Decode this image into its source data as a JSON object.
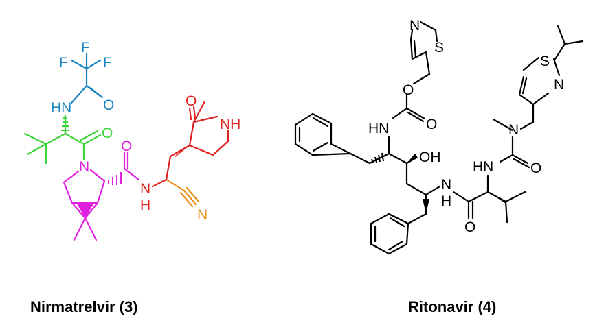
{
  "figure": {
    "left": {
      "caption": "Nirmatrelvir (3)",
      "atoms": {
        "f1": "F",
        "f2": "F",
        "f3": "F",
        "nh_amide": "HN",
        "o_tfa": "O",
        "o_tle": "O",
        "n_ring": "N",
        "o_pro": "O",
        "nh_link": "N",
        "h_link": "H",
        "n_nitrile": "N",
        "o_lactam": "O",
        "nh_lactam": "NH"
      },
      "colors": {
        "trifluoroacetamide": "#1a85c0",
        "tert_leucine": "#3dd43a",
        "proline": "#e020e0",
        "lactam": "#e01f1f",
        "nitrile": "#e8901a"
      }
    },
    "right": {
      "caption": "Ritonavir (4)",
      "atoms": {
        "n_thz1": "N",
        "s_thz1": "S",
        "o_ester": "O",
        "hn_carb": "HN",
        "o_carb": "O",
        "oh": "OH",
        "s_thz2": "S",
        "n_thz2": "N",
        "n_methyl": "N",
        "hn_urea": "HN",
        "o_urea": "O",
        "n_amide": "N",
        "h_amide": "H",
        "o_amide": "O"
      },
      "colors": {
        "bonds": "#000000"
      }
    }
  }
}
